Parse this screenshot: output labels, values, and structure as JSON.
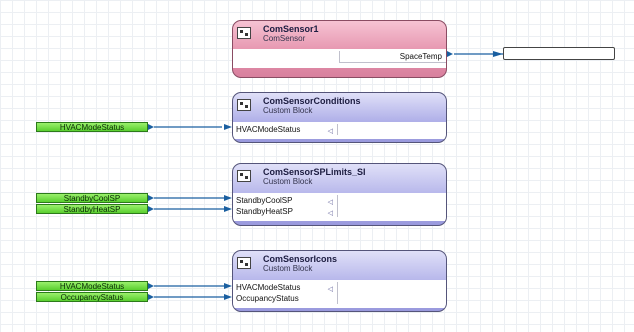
{
  "blocks": {
    "comsensor1": {
      "title": "ComSensor1",
      "subtitle": "ComSensor",
      "outputs": [
        "SpaceTemp"
      ]
    },
    "conditions": {
      "title": "ComSensorConditions",
      "subtitle": "Custom Block",
      "inputs": [
        "HVACModeStatus"
      ]
    },
    "splimits": {
      "title": "ComSensorSPLimits_SI",
      "subtitle": "Custom Block",
      "inputs": [
        "StandbyCoolSP",
        "StandbyHeatSP"
      ]
    },
    "icons": {
      "title": "ComSensorIcons",
      "subtitle": "Custom Block",
      "inputs": [
        "HVACModeStatus",
        "OccupancyStatus"
      ]
    }
  },
  "tags": [
    "HVACModeStatus",
    "StandbyCoolSP",
    "StandbyHeatSP",
    "HVACModeStatus",
    "OccupancyStatus"
  ],
  "glyphs": {
    "input_marker": "◁"
  },
  "colors": {
    "wire": "#1a5fa0",
    "tag_green": "#5acf2f",
    "block_pink": "#e490ab",
    "block_purple": "#aeaee8"
  }
}
